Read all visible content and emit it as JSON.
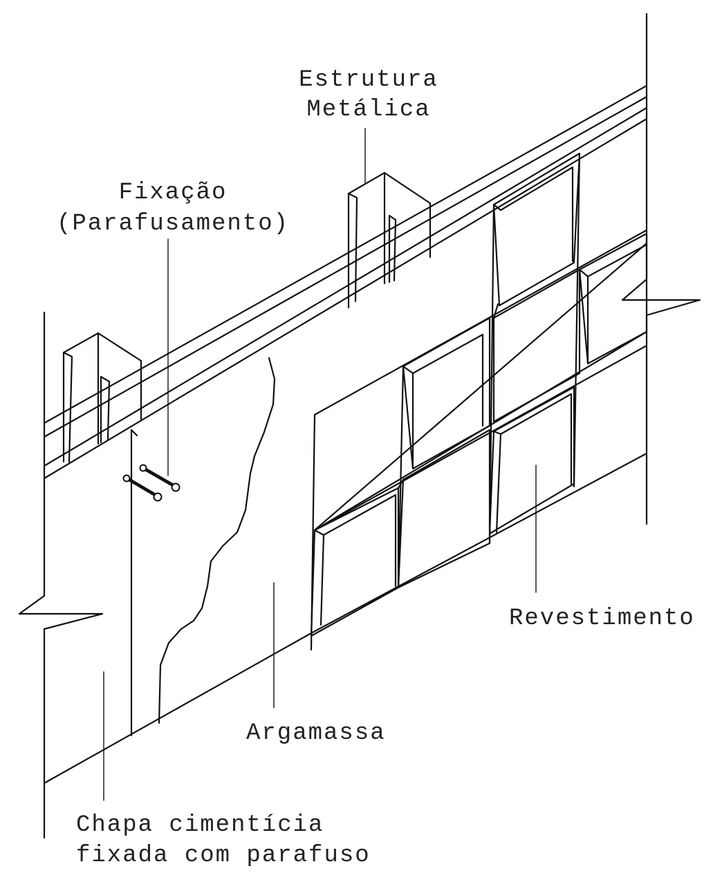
{
  "labels": {
    "estrutura_line1": "Estrutura",
    "estrutura_line2": "Metálica",
    "fixacao_line1": "Fixação",
    "fixacao_line2": "(Parafusamento)",
    "revestimento": "Revestimento",
    "argamassa": "Argamassa",
    "chapa_line1": "Chapa cimentícia",
    "chapa_line2": "fixada com parafuso"
  },
  "colors": {
    "stroke": "#111111",
    "text": "#222222",
    "background": "#ffffff"
  }
}
